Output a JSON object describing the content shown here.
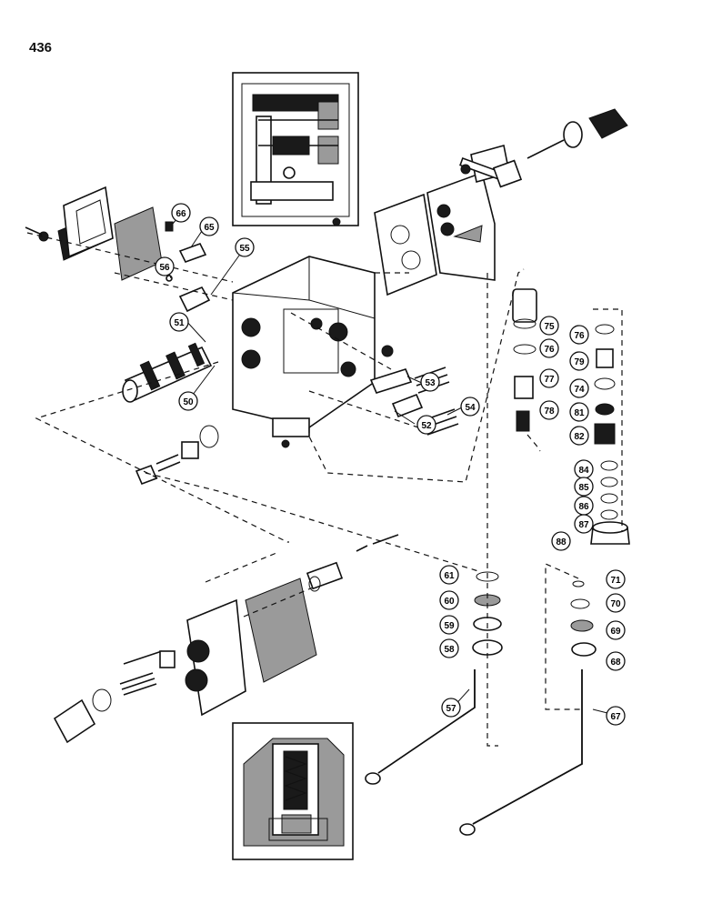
{
  "page": {
    "number": "436"
  },
  "callouts": [
    {
      "label": "50"
    },
    {
      "label": "51"
    },
    {
      "label": "52"
    },
    {
      "label": "53"
    },
    {
      "label": "54"
    },
    {
      "label": "55"
    },
    {
      "label": "56"
    },
    {
      "label": "57"
    },
    {
      "label": "58"
    },
    {
      "label": "59"
    },
    {
      "label": "60"
    },
    {
      "label": "61"
    },
    {
      "label": "65"
    },
    {
      "label": "66"
    },
    {
      "label": "67"
    },
    {
      "label": "68"
    },
    {
      "label": "69"
    },
    {
      "label": "70"
    },
    {
      "label": "71"
    },
    {
      "label": "74"
    },
    {
      "label": "75"
    },
    {
      "label": "76"
    },
    {
      "label": "76"
    },
    {
      "label": "77"
    },
    {
      "label": "78"
    },
    {
      "label": "79"
    },
    {
      "label": "81"
    },
    {
      "label": "82"
    },
    {
      "label": "84"
    },
    {
      "label": "85"
    },
    {
      "label": "86"
    },
    {
      "label": "87"
    },
    {
      "label": "88"
    }
  ]
}
